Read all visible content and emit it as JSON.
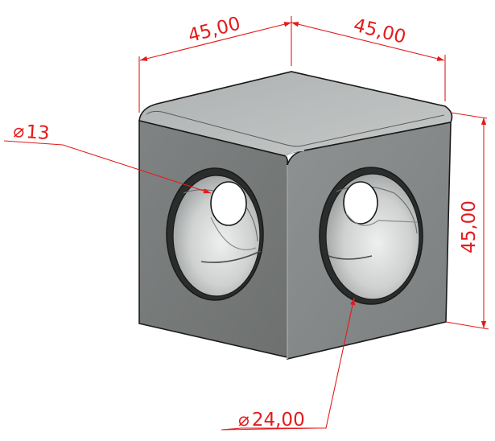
{
  "dimensions": {
    "width_left": "45,00",
    "width_right": "45,00",
    "height": "45,00",
    "small_hole_diameter": "13",
    "large_hole_diameter": "24,00",
    "diameter_symbol": "⌀"
  },
  "colors": {
    "dimension": "#e31b1b",
    "outline": "#1a1a1a",
    "top_face": "#b9bcbc",
    "left_face": "#767978",
    "right_face": "#868989",
    "bore": "#d4d6d6"
  }
}
